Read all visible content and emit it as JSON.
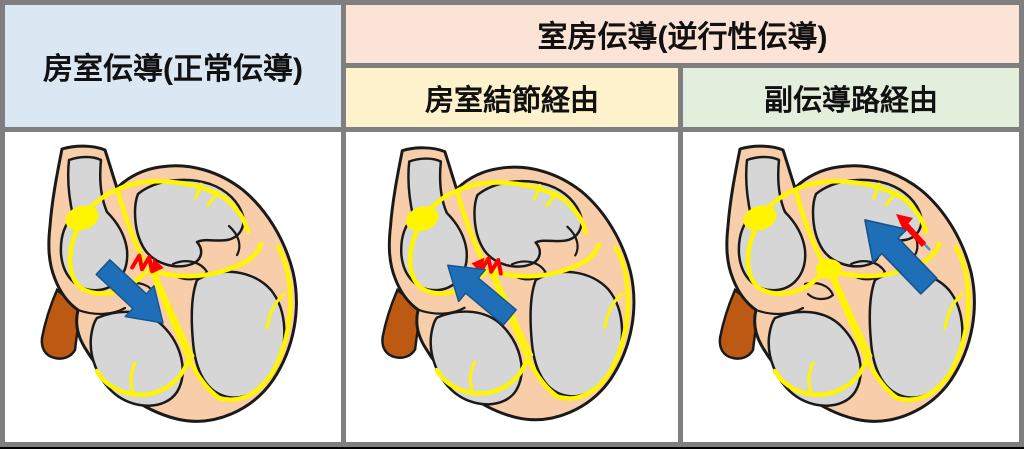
{
  "headers": {
    "normal": "房室伝導(正常伝導)",
    "retrograde": "室房伝導(逆行性伝導)",
    "via_av_node": "房室結節経由",
    "via_accessory": "副伝導路経由"
  },
  "diagrams": [
    {
      "name": "normal-conduction",
      "arrow_direction": "down-right",
      "markers": [
        "red-zigzag-at-av-node-pointing-toward-ventricle"
      ]
    },
    {
      "name": "retrograde-via-av-node",
      "arrow_direction": "up-left",
      "markers": [
        "red-zigzag-at-av-node-pointing-toward-atrium"
      ]
    },
    {
      "name": "retrograde-via-accessory-pathway",
      "arrow_direction": "up-left",
      "markers": [
        "red-accessory-pathway-arrow-on-lateral-wall",
        "yellow-av-node-blob"
      ]
    }
  ],
  "colors": {
    "header-blue": "#DBE7F3",
    "header-pink": "#FBE4D5",
    "header-yellow": "#FDF2CB",
    "header-green": "#E3EFDC",
    "border-gray": "#7F7F7F",
    "heart-wall": "#F8CDA9",
    "chamber-gray": "#D6D6D6",
    "conduction-yellow": "#FFF500",
    "arrow-blue": "#1F6FB8",
    "block-red": "#FF0000",
    "ivc-brown": "#BC5A14",
    "accessory-blue": "#4D93D9",
    "outline-black": "#1A1A1A"
  }
}
